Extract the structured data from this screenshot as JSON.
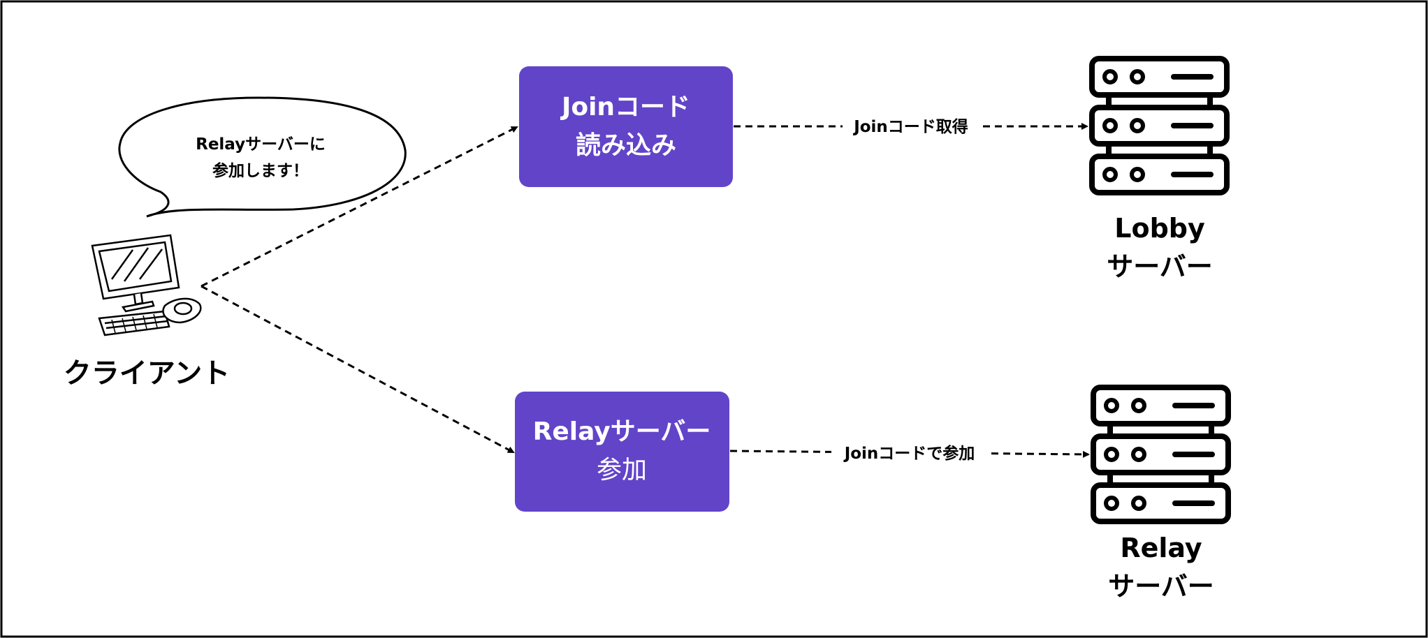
{
  "colors": {
    "box": "#6244c9",
    "box_text": "#ffffff",
    "line": "#000000",
    "background": "#ffffff"
  },
  "speech_bubble": {
    "line1": "Relayサーバーに",
    "line2": "参加します！"
  },
  "client": {
    "label": "クライアント",
    "icon": "desktop-computer-icon"
  },
  "box_join_code": {
    "line1": "Joinコード",
    "line2": "読み込み"
  },
  "box_relay_join": {
    "line1": "Relayサーバー",
    "line2": "参加"
  },
  "edges": {
    "to_lobby": "Joinコード取得",
    "to_relay": "Joinコードで参加"
  },
  "lobby_server": {
    "line1": "Lobby",
    "line2": "サーバー",
    "icon": "server-rack-icon"
  },
  "relay_server": {
    "line1": "Relay",
    "line2": "サーバー",
    "icon": "server-rack-icon"
  }
}
